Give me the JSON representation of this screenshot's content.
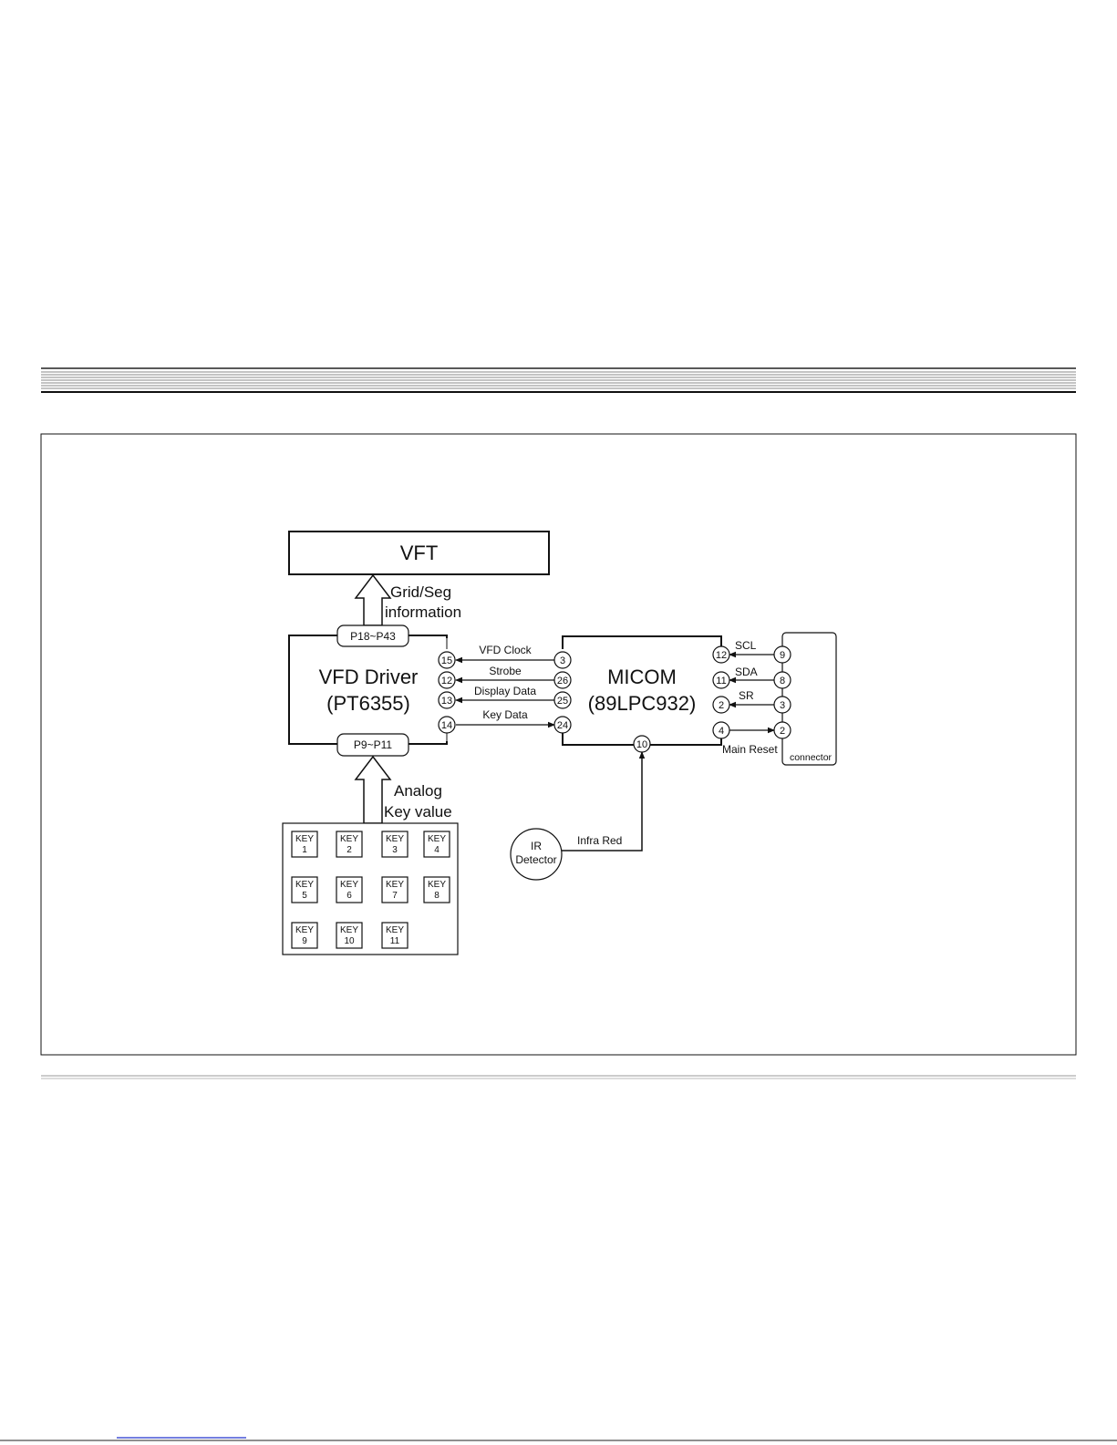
{
  "blocks": {
    "vft": "VFT",
    "vfd_driver": [
      "VFD Driver",
      "(PT6355)"
    ],
    "micom": [
      "MICOM",
      "(89LPC932)"
    ],
    "connector": "connector",
    "ir_detector": [
      "IR",
      "Detector"
    ],
    "port_top": "P18~P43",
    "port_bottom": "P9~P11"
  },
  "arrows": {
    "grid_seg": [
      "Grid/Seg",
      "information"
    ],
    "analog_key": [
      "Analog",
      "Key value"
    ],
    "infra_red": "Infra Red"
  },
  "vfd_micom_signals": [
    {
      "name": "VFD Clock",
      "driver_pin": "15",
      "micom_pin": "3",
      "direction": "to-driver"
    },
    {
      "name": "Strobe",
      "driver_pin": "12",
      "micom_pin": "26",
      "direction": "to-driver"
    },
    {
      "name": "Display Data",
      "driver_pin": "13",
      "micom_pin": "25",
      "direction": "to-driver"
    },
    {
      "name": "Key Data",
      "driver_pin": "14",
      "micom_pin": "24",
      "direction": "to-micom"
    }
  ],
  "micom_connector_signals": [
    {
      "name": "SCL",
      "micom_pin": "12",
      "connector_pin": "9",
      "direction": "to-micom"
    },
    {
      "name": "SDA",
      "micom_pin": "11",
      "connector_pin": "8",
      "direction": "to-micom"
    },
    {
      "name": "SR",
      "micom_pin": "2",
      "connector_pin": "3",
      "direction": "to-micom"
    },
    {
      "name": "Main Reset",
      "micom_pin": "4",
      "connector_pin": "2",
      "direction": "to-connector"
    }
  ],
  "ir_pin": "10",
  "keys": [
    [
      "KEY",
      "1"
    ],
    [
      "KEY",
      "2"
    ],
    [
      "KEY",
      "3"
    ],
    [
      "KEY",
      "4"
    ],
    [
      "KEY",
      "5"
    ],
    [
      "KEY",
      "6"
    ],
    [
      "KEY",
      "7"
    ],
    [
      "KEY",
      "8"
    ],
    [
      "KEY",
      "9"
    ],
    [
      "KEY",
      "10"
    ],
    [
      "KEY",
      "11"
    ]
  ]
}
